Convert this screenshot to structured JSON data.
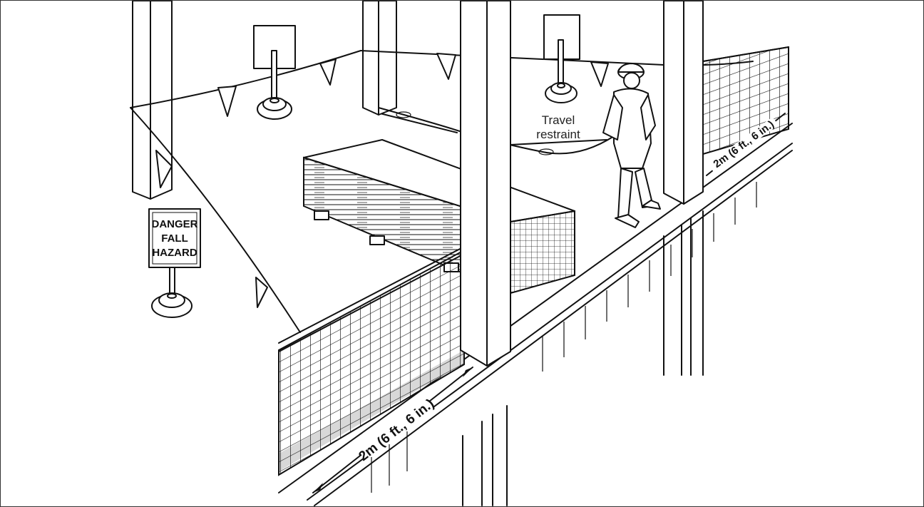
{
  "danger_sign": {
    "line1": "DANGER",
    "line2": "FALL",
    "line3": "HAZARD"
  },
  "labels": {
    "travel_restraint_line1": "Travel",
    "travel_restraint_line2": "restraint"
  },
  "dimensions": {
    "front_edge": "2m (6 ft., 6 in.)",
    "side_edge": "2m (6 ft., 6 in.)"
  }
}
